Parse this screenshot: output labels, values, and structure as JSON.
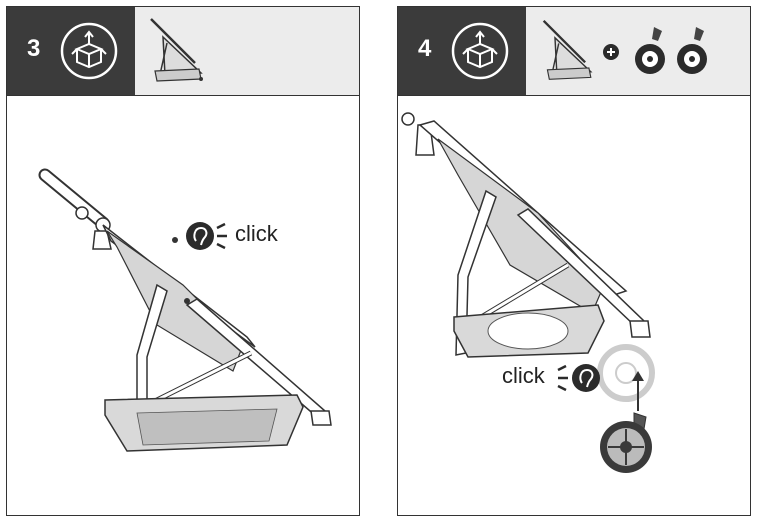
{
  "steps": [
    {
      "number": "3",
      "click_label": "click",
      "icons": [
        "unbox-icon",
        "ear-icon",
        "stroller-thumbnail"
      ]
    },
    {
      "number": "4",
      "click_label": "click",
      "icons": [
        "unbox-icon",
        "ear-icon",
        "stroller-thumbnail",
        "plus-icon",
        "front-wheel-icon"
      ]
    }
  ],
  "colors": {
    "step_box": "#3b3b3b",
    "header_bg": "#ececec",
    "line": "#333333",
    "fabric": "#d6d6d6"
  }
}
